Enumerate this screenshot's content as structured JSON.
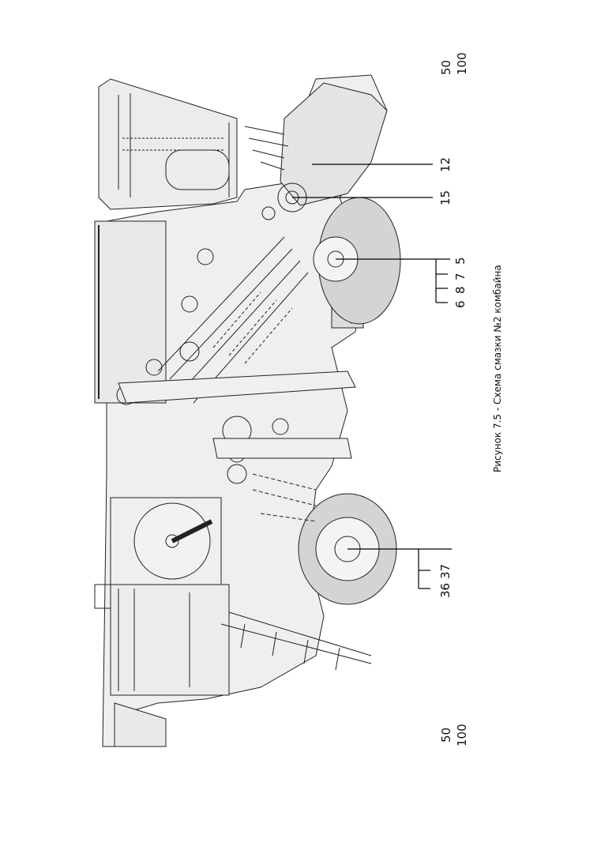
{
  "scale_top": {
    "left": "50",
    "right": "100"
  },
  "scale_bottom": {
    "left": "50",
    "right": "100"
  },
  "callouts": {
    "c12": "12",
    "c15": "15",
    "c5": "5",
    "c7": "7",
    "c8": "8",
    "c6": "6",
    "c37": "37",
    "c36": "36"
  },
  "caption": "Рисунок 7.5 - Схема смазки №2 комбайна",
  "colors": {
    "line": "#222222",
    "fill": "#e6e6e6",
    "tire": "#c8c8c8"
  }
}
